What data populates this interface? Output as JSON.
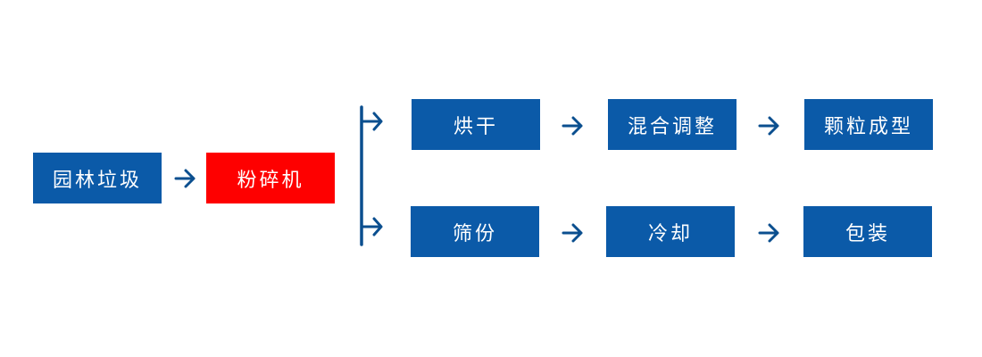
{
  "colors": {
    "step_blue": "#0b5aa8",
    "highlight_red": "#fe0000",
    "arrow_blue": "#0b4f8f"
  },
  "steps": {
    "input": "园林垃圾",
    "crusher": "粉碎机",
    "drying": "烘干",
    "mixing": "混合调整",
    "pelletizing": "颗粒成型",
    "screening": "筛份",
    "cooling": "冷却",
    "packaging": "包装"
  },
  "edges": [
    {
      "from": "input",
      "to": "crusher"
    },
    {
      "from": "crusher",
      "to": "drying"
    },
    {
      "from": "crusher",
      "to": "screening"
    },
    {
      "from": "drying",
      "to": "mixing"
    },
    {
      "from": "mixing",
      "to": "pelletizing"
    },
    {
      "from": "screening",
      "to": "cooling"
    },
    {
      "from": "cooling",
      "to": "packaging"
    }
  ]
}
